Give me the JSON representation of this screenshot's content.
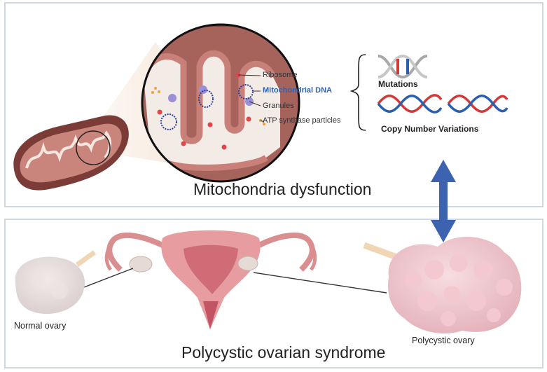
{
  "top_panel": {
    "title": "Mitochondria dysfunction",
    "callouts": {
      "ribosome": "Ribosome",
      "mtdna": "Mitochondrial DNA",
      "granules": "Granules",
      "atp": "ATP synthase particles"
    },
    "dna_section": {
      "mutations": "Mutations",
      "cnv": "Copy Number Variations"
    }
  },
  "bottom_panel": {
    "title": "Polycystic ovarian syndrome",
    "normal_ovary": "Normal ovary",
    "polycystic_ovary": "Polycystic ovary"
  },
  "colors": {
    "panel_border": "#cfd8e0",
    "arrow": "#3d62b0",
    "mito_outer": "#7b3b37",
    "mito_inner": "#c9857c",
    "mtdna_text": "#2f62b5",
    "dna_red": "#d23a3a",
    "dna_blue": "#2a5fb0",
    "ovary_pink": "#e9b8c0"
  }
}
